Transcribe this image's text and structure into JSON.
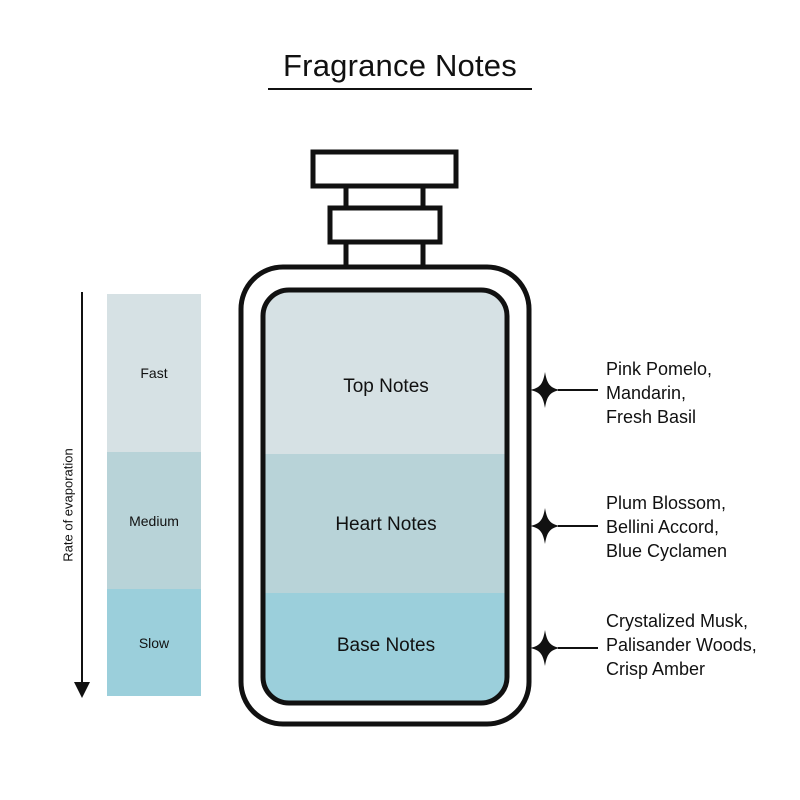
{
  "title": "Fragrance Notes",
  "colors": {
    "fast": "#d6e1e4",
    "medium": "#b8d3d8",
    "slow": "#9bcfdb",
    "top_fill": "#d6e1e4",
    "heart_fill": "#b8d3d8",
    "base_fill": "#9bcfdb",
    "outline": "#111111"
  },
  "evaporation": {
    "axis_label": "Rate of evaporation",
    "rates": [
      {
        "label": "Fast"
      },
      {
        "label": "Medium"
      },
      {
        "label": "Slow"
      }
    ]
  },
  "notes": [
    {
      "label": "Top Notes",
      "ingredients": [
        "Pink Pomelo,",
        "Mandarin,",
        "Fresh Basil"
      ]
    },
    {
      "label": "Heart Notes",
      "ingredients": [
        "Plum Blossom,",
        "Bellini Accord,",
        "Blue Cyclamen"
      ]
    },
    {
      "label": "Base Notes",
      "ingredients": [
        "Crystalized Musk,",
        "Palisander Woods,",
        "Crisp Amber"
      ]
    }
  ]
}
